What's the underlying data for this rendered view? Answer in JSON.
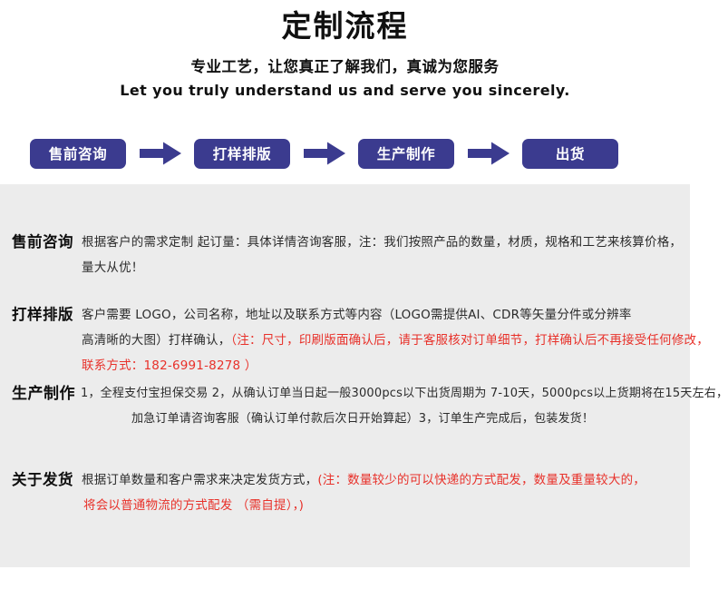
{
  "header": {
    "title": "定制流程",
    "subtitle_cn": "专业工艺，让您真正了解我们，真诚为您服务",
    "subtitle_en": "Let you truly understand us and serve you sincerely."
  },
  "colors": {
    "accent": "#3b3b8f",
    "panel_background": "#ececec",
    "page_background": "#ffffff",
    "highlight_red": "#e8312a",
    "text": "#1a1a1a"
  },
  "flow": {
    "steps": [
      {
        "label": "售前咨询"
      },
      {
        "label": "打样排版"
      },
      {
        "label": "生产制作"
      },
      {
        "label": "出货"
      }
    ],
    "arrow_icon": "arrow-right-icon"
  },
  "details": [
    {
      "id": "presale",
      "label": "售前咨询",
      "lines": [
        [
          {
            "text": "根据客户的需求定制 起订量：具体详情咨询客服，注：我们按照产品的数量，材质，规格和工艺来核算价格，",
            "red": false
          }
        ],
        [
          {
            "text": "量大从优！",
            "red": false
          }
        ]
      ]
    },
    {
      "id": "proof",
      "label": "打样排版",
      "lines": [
        [
          {
            "text": "客户需要 LOGO，公司名称，地址以及联系方式等内容（LOGO需提供AI、CDR等矢量分件或分辨率",
            "red": false
          }
        ],
        [
          {
            "text": "高清晰的大图）打样确认，",
            "red": false
          },
          {
            "text": "（注：尺寸，印刷版面确认后，请于客服核对订单细节，打样确认后不再接受任何修改，",
            "red": true
          }
        ],
        [
          {
            "text": "联系方式：182-6991-8278 ）",
            "red": true
          }
        ]
      ]
    },
    {
      "id": "produce",
      "label": "生产制作",
      "lines": [
        [
          {
            "text": "1，全程支付宝担保交易 2，从确认订单当日起一般3000pcs以下出货周期为 7-10天，5000pcs以上货期将在15天左右，",
            "red": false
          }
        ],
        [
          {
            "text": "加急订单请咨询客服（确认订单付款后次日开始算起）3，订单生产完成后，包装发货！",
            "red": false
          }
        ]
      ]
    },
    {
      "id": "shipping",
      "label": "关于发货",
      "lines": [
        [
          {
            "text": "根据订单数量和客户需求来决定发货方式，",
            "red": false
          },
          {
            "text": "(注：数量较少的可以快递的方式配发，数量及重量较大的，",
            "red": true
          }
        ],
        [
          {
            "text": "将会以普通物流的方式配发 （需自提），)",
            "red": true
          }
        ]
      ]
    }
  ]
}
